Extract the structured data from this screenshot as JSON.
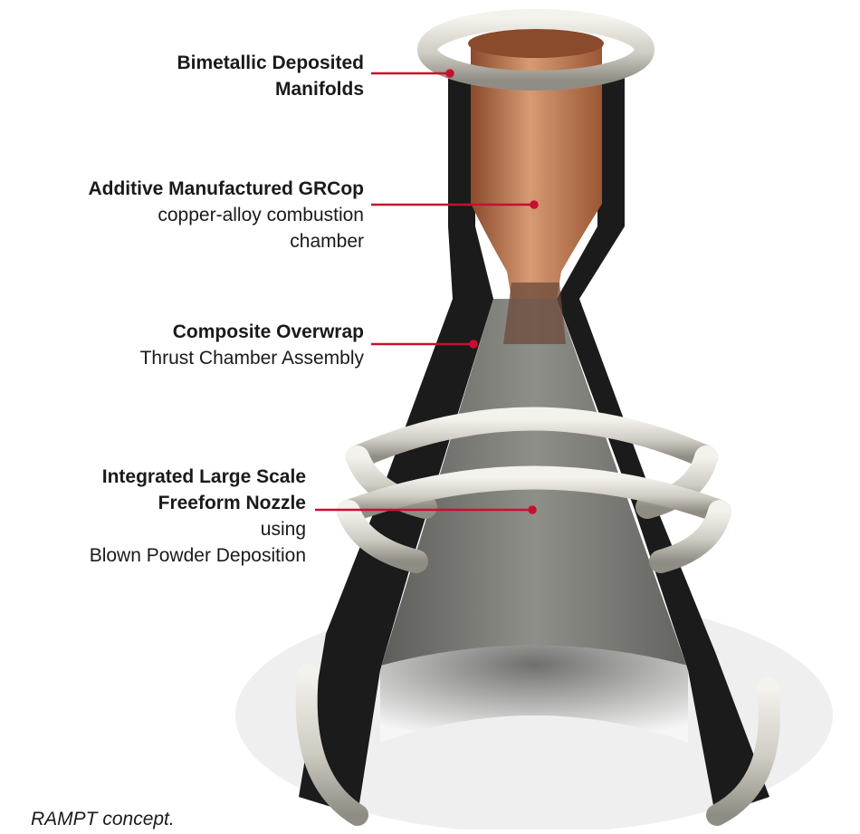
{
  "labels": [
    {
      "bold_lines": [
        "Bimetallic Deposited",
        "Manifolds"
      ],
      "normal_lines": []
    },
    {
      "bold_lines": [
        "Additive Manufactured GRCop"
      ],
      "normal_lines": [
        "copper-alloy combustion",
        "chamber"
      ]
    },
    {
      "bold_lines": [
        "Composite Overwrap"
      ],
      "normal_lines": [
        "Thrust Chamber Assembly"
      ]
    },
    {
      "bold_lines": [
        "Integrated Large Scale",
        "Freeform Nozzle"
      ],
      "normal_lines": [
        "using",
        "Blown Powder Deposition"
      ]
    }
  ],
  "caption": "RAMPT concept.",
  "colors": {
    "leader": "#c8102e",
    "copper": "#b8704a",
    "overwrap": "#1b1b1b",
    "manifold": "#d9d6cf",
    "nozzle_inner": "#7c7c78"
  }
}
